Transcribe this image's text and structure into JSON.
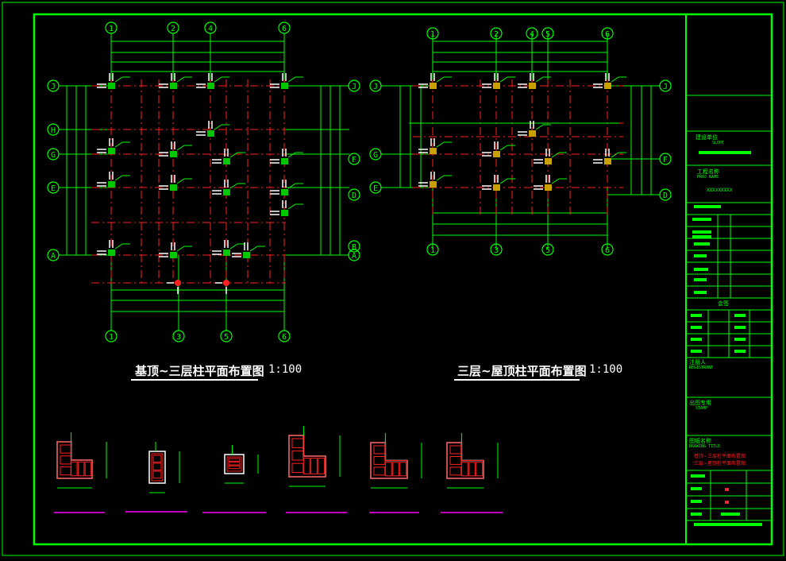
{
  "plan_left": {
    "title": "基顶~三层柱平面布置图",
    "scale": "1:100",
    "axis_top": [
      "1",
      "2",
      "4",
      "6"
    ],
    "axis_bottom": [
      "1",
      "3",
      "5",
      "6"
    ],
    "axis_left": [
      "J",
      "H",
      "G",
      "E",
      "A"
    ],
    "axis_right": [
      "J",
      "F",
      "D",
      "B",
      "A"
    ]
  },
  "plan_right": {
    "title": "三层~屋顶柱平面布置图",
    "scale": "1:100",
    "axis_top": [
      "1",
      "2",
      "4",
      "5",
      "6"
    ],
    "axis_bottom": [
      "1",
      "3",
      "5",
      "6"
    ],
    "axis_left": [
      "J",
      "G",
      "E"
    ],
    "axis_right": [
      "J",
      "F",
      "D"
    ]
  },
  "title_block": {
    "row1": "建设单位",
    "row1_val": "SLOPE",
    "row2": "工程名称",
    "row2_val": "PROJ NAME",
    "row3_val": "XXXXXXXXX",
    "sign_label": "会签",
    "person_label": "注册人",
    "person_val": "REGISTRANT",
    "stamp_label": "出图专用",
    "stamp_val": "STAMP",
    "drawing_label": "图纸名称",
    "drawing_val": "DRAWING TITLE",
    "drawing_name1": "基顶~三层柱平面布置图",
    "drawing_name2": "三层~屋顶柱平面布置图"
  },
  "colors": {
    "frame": "#00ff00",
    "axis_dash": "#ff2020",
    "column_green": "#00c800",
    "column_yellow": "#c8a000",
    "rebar": "#ffffff",
    "magenta": "#ff00ff"
  }
}
